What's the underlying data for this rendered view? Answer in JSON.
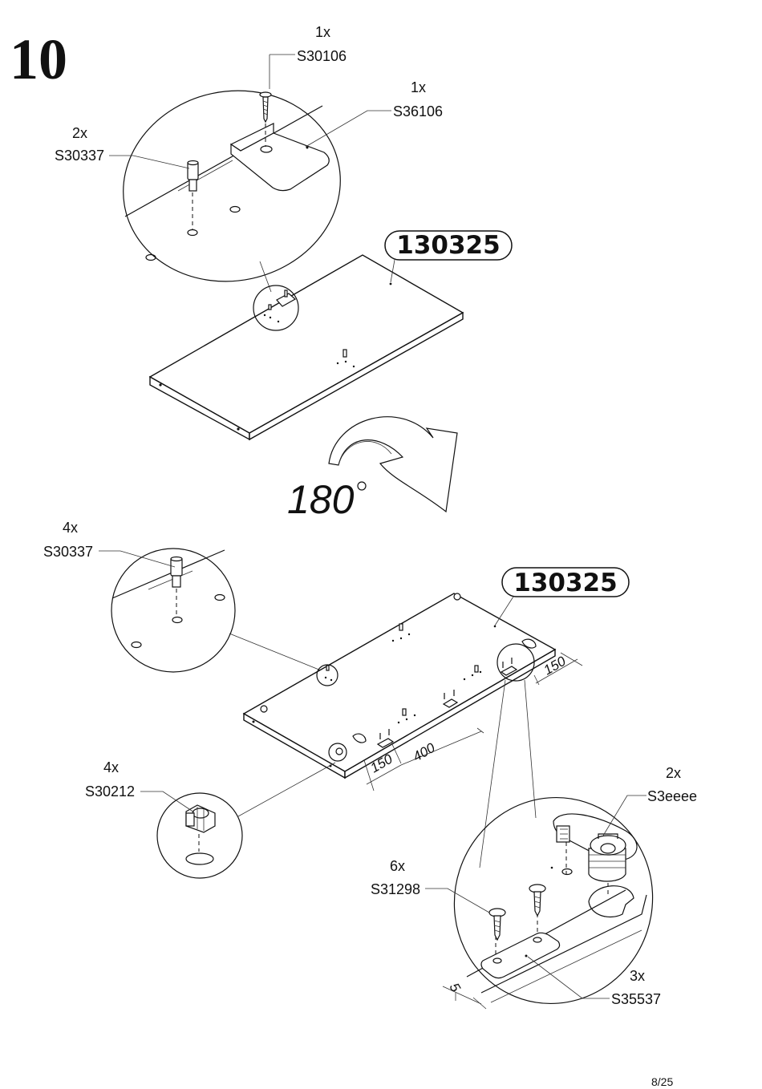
{
  "step": {
    "number": "10"
  },
  "panel_code": "130325",
  "rotation": {
    "value": "180",
    "unit_symbol": "°"
  },
  "callouts_top": {
    "screw": {
      "qty": "1x",
      "code": "S30106"
    },
    "bracket": {
      "qty": "1x",
      "code": "S36106"
    },
    "dowel": {
      "qty": "2x",
      "code": "S30337"
    }
  },
  "callouts_bottom": {
    "dowel": {
      "qty": "4x",
      "code": "S30337"
    },
    "cam": {
      "qty": "4x",
      "code": "S30212"
    },
    "cam_large": {
      "qty": "2x",
      "code": "S3eeee"
    },
    "screw": {
      "qty": "6x",
      "code": "S31298"
    },
    "plate": {
      "qty": "3x",
      "code": "S35537"
    }
  },
  "dimensions": {
    "d150_right": "150",
    "d150_left": "150",
    "d400": "400",
    "d5": "5"
  },
  "page": {
    "number": "8/25"
  }
}
